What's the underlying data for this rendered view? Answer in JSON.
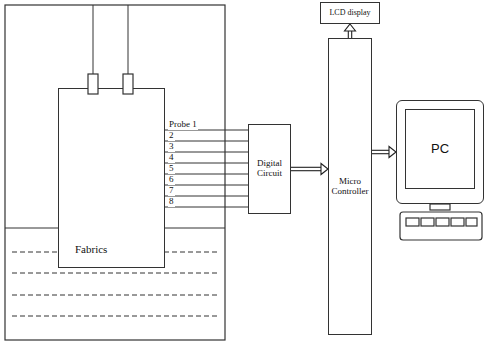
{
  "diagram": {
    "nodes": [
      {
        "text": [
          "Fabrics"
        ]
      },
      {
        "text": [
          "Digital Circuit"
        ]
      },
      {
        "text": [
          "Micro Controller"
        ]
      },
      {
        "text": [
          "LCD display"
        ]
      },
      {
        "text": [
          "PC"
        ]
      }
    ],
    "edges": [
      {
        "from": 0,
        "to": 1,
        "arrow": "none",
        "label": "Probe 1"
      },
      {
        "from": 0,
        "to": 1,
        "arrow": "none",
        "label": "2"
      },
      {
        "from": 0,
        "to": 1,
        "arrow": "none",
        "label": "3"
      },
      {
        "from": 0,
        "to": 1,
        "arrow": "none",
        "label": "4"
      },
      {
        "from": 0,
        "to": 1,
        "arrow": "none",
        "label": "5"
      },
      {
        "from": 0,
        "to": 1,
        "arrow": "none",
        "label": "6"
      },
      {
        "from": 0,
        "to": 1,
        "arrow": "none",
        "label": "7"
      },
      {
        "from": 0,
        "to": 1,
        "arrow": "none",
        "label": "8"
      },
      {
        "from": 1,
        "to": 2,
        "arrow": "to"
      },
      {
        "from": 2,
        "to": 3,
        "arrow": "to"
      },
      {
        "from": 2,
        "to": 4,
        "arrow": "to"
      }
    ]
  }
}
